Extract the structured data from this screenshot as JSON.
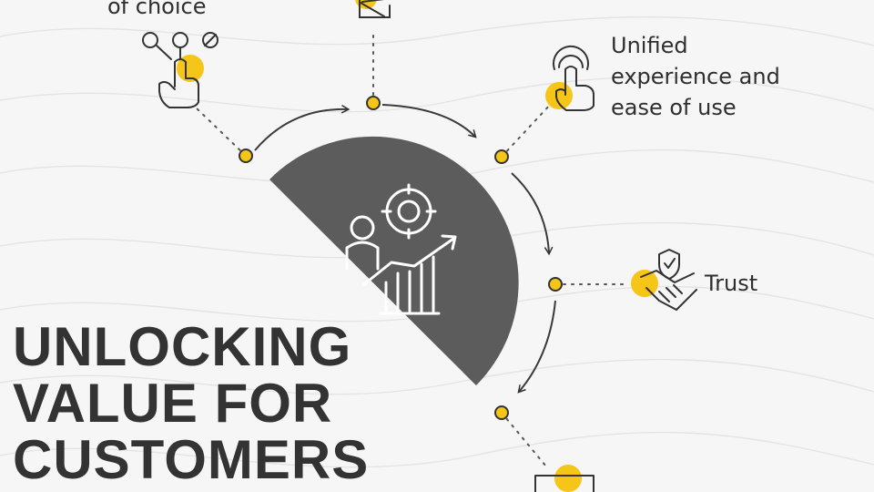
{
  "title": {
    "line1": "UNLOCKING",
    "line2": "VALUE FOR",
    "line3": "CUSTOMERS"
  },
  "labels": {
    "choice": "of choice",
    "unified": [
      "Unified",
      "experience and",
      "ease of use"
    ],
    "trust": "Trust"
  },
  "colors": {
    "accent": "#f5c518",
    "dark": "#5c5c5c",
    "text": "#333333"
  },
  "icons": {
    "choice": "hand-pointer-options-icon",
    "top": "document-crossed-icon",
    "unified": "touch-finger-icon",
    "trust": "handshake-shield-icon",
    "center": "person-target-growth-icon",
    "bottom": "briefcase-icon"
  }
}
